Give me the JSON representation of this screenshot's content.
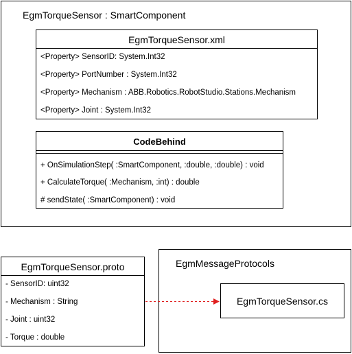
{
  "smart_component": {
    "title": "EgmTorqueSensor : SmartComponent",
    "xml_class": {
      "name": "EgmTorqueSensor.xml",
      "properties": [
        "<Property> SensorID: System.Int32",
        "<Property> PortNumber : System.Int32",
        "<Property> Mechanism :  ABB.Robotics.RobotStudio.Stations.Mechanism",
        "<Property> Joint :  System.Int32"
      ]
    },
    "code_behind": {
      "name": "CodeBehind",
      "methods": [
        "+ OnSimulationStep( :SmartComponent, :double, :double) : void",
        "+ CalculateTorque( :Mechanism, :int) : double",
        "# sendState( :SmartComponent) : void"
      ]
    }
  },
  "proto_class": {
    "name": "EgmTorqueSensor.proto",
    "fields": [
      "- SensorID: uint32",
      "- Mechanism :  String",
      "- Joint :  uint32",
      "- Torque : double"
    ]
  },
  "message_protocols": {
    "title": "EgmMessageProtocols",
    "generated_file": "EgmTorqueSensor.cs"
  },
  "colors": {
    "line": "#000000",
    "dependency_arrow": "#e02020"
  }
}
